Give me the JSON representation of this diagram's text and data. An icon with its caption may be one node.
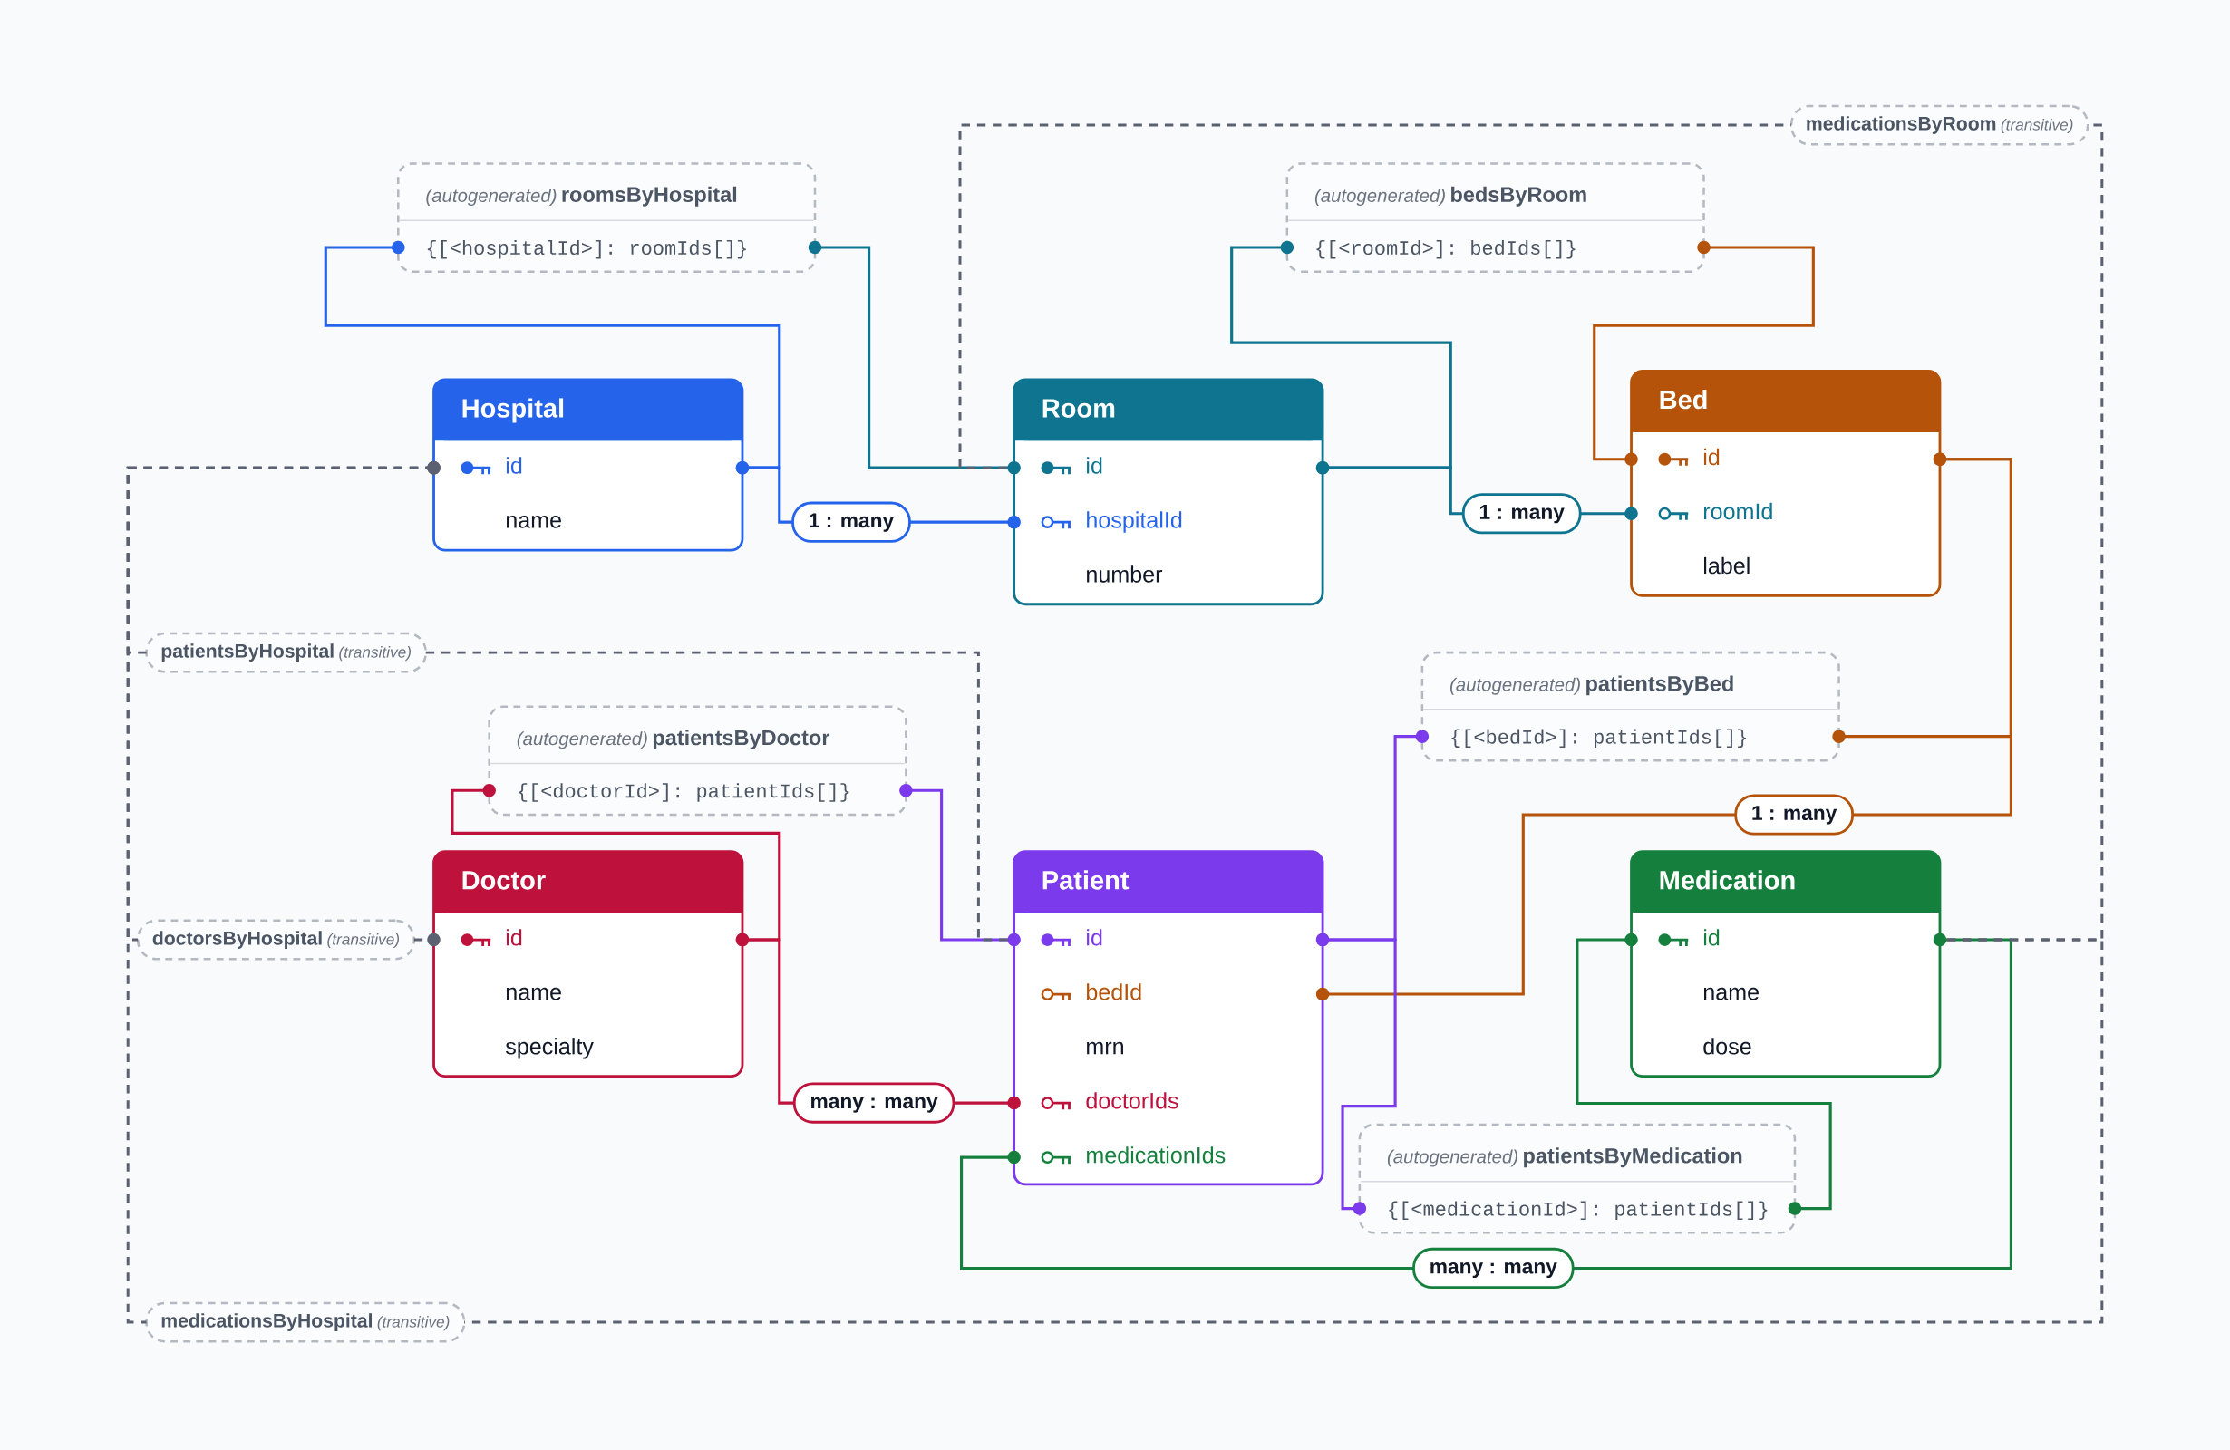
{
  "diagram": {
    "nodes": [
      {
        "text": [
          "(autogenerated)",
          "roomsByHospital",
          "{[<hospitalId>]: roomIds[]}"
        ]
      },
      {
        "text": [
          "(autogenerated)",
          "bedsByRoom",
          "{[<roomId>]: bedIds[]}"
        ]
      },
      {
        "text": [
          "medicationsByRoom",
          "(transitive)"
        ]
      },
      {
        "text": [
          "Hospital",
          "id",
          "name"
        ]
      },
      {
        "text": [
          "Room",
          "id",
          "hospitalId",
          "number"
        ]
      },
      {
        "text": [
          "Bed",
          "id",
          "roomId",
          "label"
        ]
      },
      {
        "text": [
          "patientsByHospital",
          "(transitive)"
        ]
      },
      {
        "text": [
          "(autogenerated)",
          "patientsByBed",
          "{[<bedId>]: patientIds[]}"
        ]
      },
      {
        "text": [
          "(autogenerated)",
          "patientsByDoctor",
          "{[<doctorId>]: patientIds[]}"
        ]
      },
      {
        "text": [
          "doctorsByHospital",
          "(transitive)"
        ]
      },
      {
        "text": [
          "Doctor",
          "id",
          "name",
          "specialty"
        ]
      },
      {
        "text": [
          "Patient",
          "id",
          "bedId",
          "mrn",
          "doctorIds",
          "medicationIds"
        ]
      },
      {
        "text": [
          "Medication",
          "id",
          "name",
          "dose"
        ]
      },
      {
        "text": [
          "(autogenerated)",
          "patientsByMedication",
          "{[<medicationId>]: patientIds[]}"
        ]
      },
      {
        "text": [
          "medicationsByHospital",
          "(transitive)"
        ]
      }
    ],
    "edges": [
      {
        "from": 3,
        "to": 4,
        "arrow": "other",
        "label": "1 : many",
        "color": "#2563eb"
      },
      {
        "from": 3,
        "to": 0,
        "arrow": "other",
        "color": "#2563eb"
      },
      {
        "from": 0,
        "to": 4,
        "arrow": "other",
        "color": "#0e7490"
      },
      {
        "from": 4,
        "to": 5,
        "arrow": "other",
        "label": "1 : many",
        "color": "#0e7490"
      },
      {
        "from": 4,
        "to": 1,
        "arrow": "other",
        "color": "#0e7490"
      },
      {
        "from": 1,
        "to": 5,
        "arrow": "other",
        "color": "#b45309"
      },
      {
        "from": 5,
        "to": 11,
        "arrow": "other",
        "label": "1 : many",
        "color": "#b45309"
      },
      {
        "from": 5,
        "to": 7,
        "arrow": "other",
        "color": "#b45309"
      },
      {
        "from": 7,
        "to": 11,
        "arrow": "other",
        "color": "#7c3aed"
      },
      {
        "from": 8,
        "to": 11,
        "arrow": "other",
        "color": "#7c3aed"
      },
      {
        "from": 11,
        "to": 13,
        "arrow": "other",
        "color": "#7c3aed"
      },
      {
        "from": 10,
        "to": 11,
        "arrow": "other",
        "label": "many : many",
        "color": "#be123c"
      },
      {
        "from": 10,
        "to": 8,
        "arrow": "other",
        "color": "#be123c"
      },
      {
        "from": 12,
        "to": 11,
        "arrow": "other",
        "label": "many : many",
        "color": "#15803d"
      },
      {
        "from": 12,
        "to": 13,
        "arrow": "other",
        "color": "#15803d"
      },
      {
        "from": 3,
        "to": 6,
        "arrow": "other",
        "style": "dashed",
        "color": "#5b6170"
      },
      {
        "from": 11,
        "to": 6,
        "arrow": "none",
        "style": "dashed",
        "color": "#5b6170"
      },
      {
        "from": 3,
        "to": 9,
        "arrow": "other",
        "style": "dashed",
        "color": "#5b6170"
      },
      {
        "from": 9,
        "to": 10,
        "arrow": "other",
        "style": "dashed",
        "color": "#5b6170"
      },
      {
        "from": 3,
        "to": 14,
        "arrow": "other",
        "style": "dashed",
        "color": "#5b6170"
      },
      {
        "from": 12,
        "to": 14,
        "arrow": "none",
        "style": "dashed",
        "color": "#5b6170"
      },
      {
        "from": 4,
        "to": 2,
        "arrow": "none",
        "style": "dashed",
        "color": "#5b6170"
      },
      {
        "from": 12,
        "to": 2,
        "arrow": "none",
        "style": "dashed",
        "color": "#5b6170"
      }
    ]
  }
}
